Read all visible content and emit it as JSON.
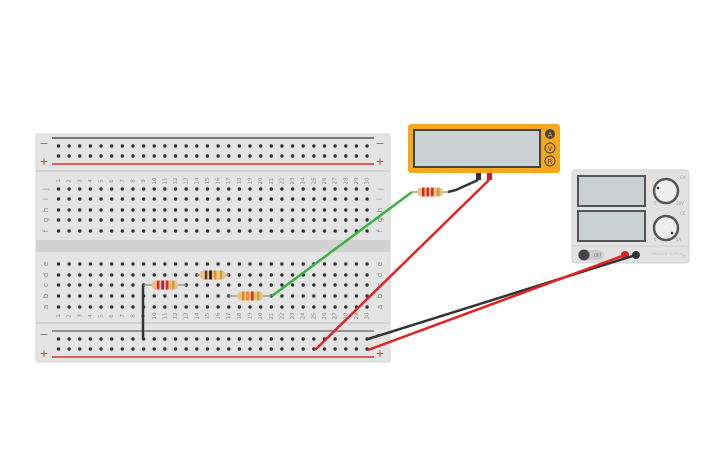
{
  "breadboard": {
    "rail_minus": "−",
    "rail_plus": "+",
    "top_rows": [
      "j",
      "i",
      "h",
      "g",
      "f"
    ],
    "bottom_rows": [
      "e",
      "d",
      "c",
      "b",
      "a"
    ],
    "columns": [
      "1",
      "2",
      "3",
      "4",
      "5",
      "6",
      "7",
      "8",
      "9",
      "10",
      "11",
      "12",
      "13",
      "14",
      "15",
      "16",
      "17",
      "18",
      "19",
      "20",
      "21",
      "22",
      "23",
      "24",
      "25",
      "26",
      "27",
      "28",
      "29",
      "30"
    ]
  },
  "multimeter": {
    "buttons": [
      "A",
      "V",
      "R"
    ],
    "active": "A",
    "body_color": "#f5a81c"
  },
  "power_supply": {
    "voltage_knob": {
      "label": "CV",
      "min": "0",
      "max": "30V"
    },
    "current_knob": {
      "label": "CC",
      "min": "0",
      "max": "5A"
    },
    "switch_label": "OFF",
    "brand": "VOLTAGE SUPPLY"
  },
  "resistors": [
    {
      "name": "resistor-1",
      "bands": [
        "#e22",
        "#8a1a8a",
        "#e22",
        "#c9a42a"
      ]
    },
    {
      "name": "resistor-2",
      "bands": [
        "#6b3a1a",
        "#111",
        "#f08a1a",
        "#c9a42a"
      ]
    },
    {
      "name": "resistor-3",
      "bands": [
        "#f08a1a",
        "#f08a1a",
        "#e22",
        "#c9a42a"
      ]
    },
    {
      "name": "resistor-meter",
      "bands": [
        "#e22",
        "#e22",
        "#e22",
        "#c9a42a"
      ]
    }
  ],
  "wire_colors": {
    "green": "#3cb043",
    "red": "#e02424",
    "black": "#333333"
  }
}
